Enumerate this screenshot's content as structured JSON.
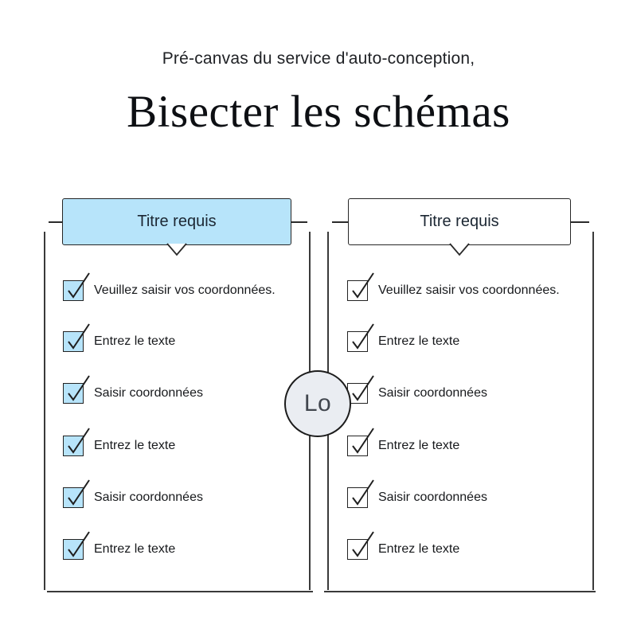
{
  "header": {
    "subtitle": "Pré-canvas du service d'auto-conception,",
    "title": "Bisecter les schémas"
  },
  "connector": {
    "label": "Lo"
  },
  "panels": {
    "left": {
      "title": "Titre requis",
      "style": "filled-blue",
      "header_fill": "#B7E4FA",
      "checkbox_fill": "#B7E4FA",
      "items": [
        "Veuillez saisir vos coordonnées.",
        "Entrez le texte",
        "Saisir coordonnées",
        "Entrez le texte",
        "Saisir coordonnées",
        "Entrez le texte"
      ]
    },
    "right": {
      "title": "Titre requis",
      "style": "outline-white",
      "header_fill": "#FFFFFF",
      "checkbox_fill": "#FFFFFF",
      "items": [
        "Veuillez saisir vos coordonnées.",
        "Entrez le texte",
        "Saisir coordonnées",
        "Entrez le texte",
        "Saisir coordonnées",
        "Entrez le texte"
      ]
    }
  },
  "colors": {
    "accent_blue": "#B7E4FA",
    "line_dark": "#3A3A3A",
    "border_dark": "#232323",
    "circle_fill": "#EAEDF2",
    "text_dark": "#17191C"
  }
}
